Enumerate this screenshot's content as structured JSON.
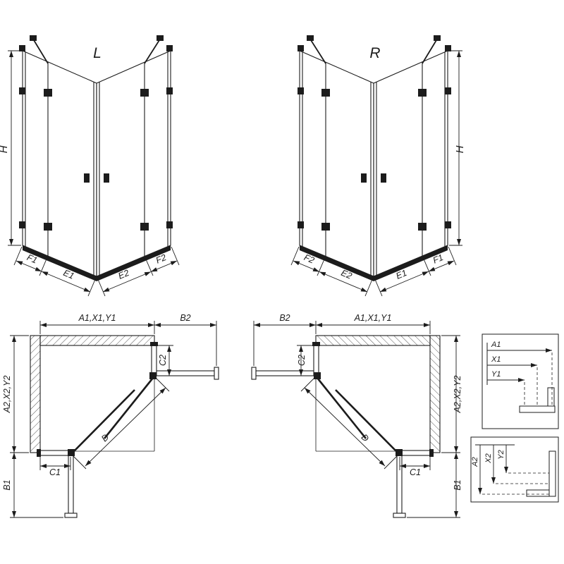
{
  "elevation_left": {
    "label": "L",
    "height_dim": "H",
    "bottom_dims": [
      "F1",
      "E1",
      "E2",
      "F2"
    ]
  },
  "elevation_right": {
    "label": "R",
    "height_dim": "H",
    "bottom_dims": [
      "F2",
      "E2",
      "E1",
      "F1"
    ]
  },
  "plan_left": {
    "top_dim": "A1,X1,Y1",
    "top_right_dim": "B2",
    "left_dim": "A2,X2,Y2",
    "bottom_left_dim": "B1",
    "c1_dim": "C1",
    "c2_dim": "C2",
    "diagonal_dim": "D"
  },
  "plan_right": {
    "top_dim": "A1,X1,Y1",
    "top_left_dim": "B2",
    "right_dim": "A2,X2,Y2",
    "bottom_right_dim": "B1",
    "c1_dim": "C1",
    "c2_dim": "C2",
    "diagonal_dim": "D"
  },
  "detail_width": {
    "dims": [
      "A1",
      "X1",
      "Y1"
    ]
  },
  "detail_depth": {
    "dims": [
      "A2",
      "X2",
      "Y2"
    ]
  },
  "colors": {
    "line": "#1c1c1c",
    "background": "#ffffff"
  }
}
